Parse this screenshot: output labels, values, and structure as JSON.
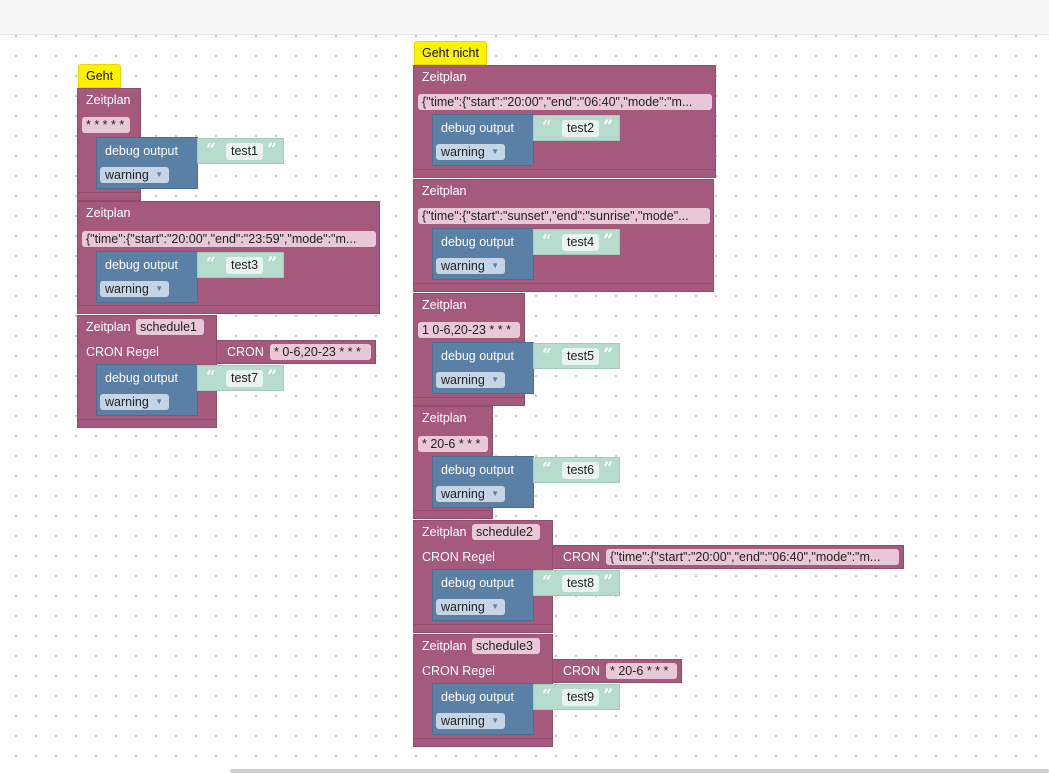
{
  "stack_left": {
    "hat_label": "Geht",
    "block1": {
      "title": "Zeitplan",
      "pattern": "* * * * *",
      "debug_label": "debug output",
      "level": "warning",
      "text": "test1"
    },
    "block2": {
      "title": "Zeitplan",
      "pattern": "{\"time\":{\"start\":\"20:00\",\"end\":\"23:59\",\"mode\":\"m...",
      "debug_label": "debug output",
      "level": "warning",
      "text": "test3"
    },
    "block3": {
      "title": "Zeitplan",
      "name": "schedule1",
      "rule_label": "CRON Regel",
      "cron_label": "CRON",
      "cron_value": "* 0-6,20-23 * * *",
      "debug_label": "debug output",
      "level": "warning",
      "text": "test7"
    }
  },
  "stack_right": {
    "hat_label": "Geht nicht",
    "block1": {
      "title": "Zeitplan",
      "pattern": "{\"time\":{\"start\":\"20:00\",\"end\":\"06:40\",\"mode\":\"m...",
      "debug_label": "debug output",
      "level": "warning",
      "text": "test2"
    },
    "block2": {
      "title": "Zeitplan",
      "pattern": "{\"time\":{\"start\":\"sunset\",\"end\":\"sunrise\",\"mode\"...",
      "debug_label": "debug output",
      "level": "warning",
      "text": "test4"
    },
    "block3": {
      "title": "Zeitplan",
      "pattern": "1 0-6,20-23 * * *",
      "debug_label": "debug output",
      "level": "warning",
      "text": "test5"
    },
    "block4": {
      "title": "Zeitplan",
      "pattern": "* 20-6 * * *",
      "debug_label": "debug output",
      "level": "warning",
      "text": "test6"
    },
    "block5": {
      "title": "Zeitplan",
      "name": "schedule2",
      "rule_label": "CRON Regel",
      "cron_label": "CRON",
      "cron_value": "{\"time\":{\"start\":\"20:00\",\"end\":\"06:40\",\"mode\":\"m...",
      "debug_label": "debug output",
      "level": "warning",
      "text": "test8"
    },
    "block6": {
      "title": "Zeitplan",
      "name": "schedule3",
      "rule_label": "CRON Regel",
      "cron_label": "CRON",
      "cron_value": "* 20-6 * * *",
      "debug_label": "debug output",
      "level": "warning",
      "text": "test9"
    }
  },
  "colors": {
    "schedule": "#a5597d",
    "debug": "#5b80a5",
    "text": "#b5dccc",
    "hat": "#fff200"
  }
}
